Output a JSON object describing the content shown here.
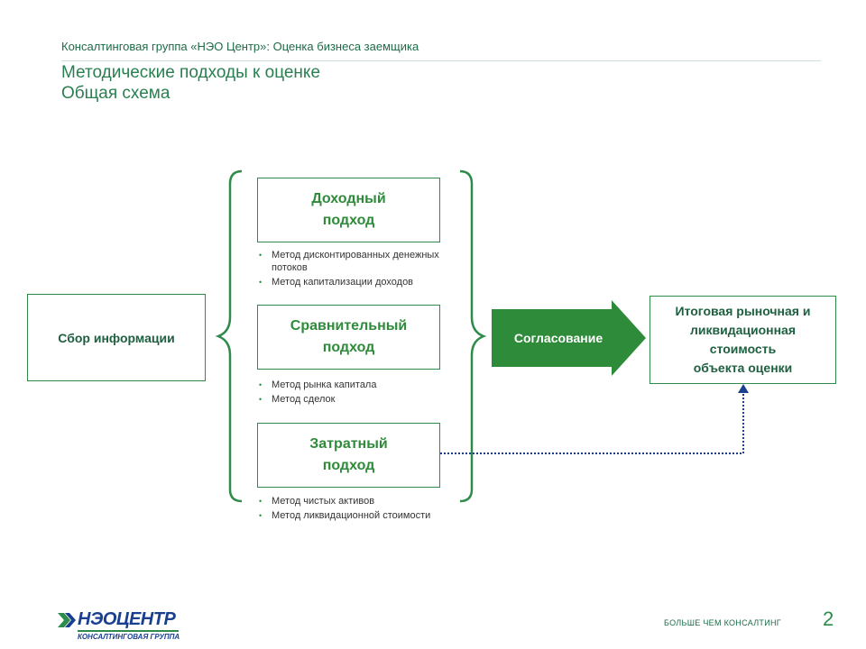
{
  "header": {
    "top_line": "Консалтинговая группа «НЭО Центр»: Оценка бизнеса заемщика",
    "title": "Методические подходы к оценке",
    "subtitle": "Общая схема"
  },
  "diagram": {
    "info_box": "Сбор информации",
    "approaches": [
      {
        "title_line1": "Доходный",
        "title_line2": "подход",
        "methods": [
          "Метод дисконтированных денежных потоков",
          "Метод капитализации доходов"
        ]
      },
      {
        "title_line1": "Сравнительный",
        "title_line2": "подход",
        "methods": [
          "Метод рынка капитала",
          "Метод сделок"
        ]
      },
      {
        "title_line1": "Затратный",
        "title_line2": "подход",
        "methods": [
          "Метод чистых активов",
          "Метод ликвидационной стоимости"
        ]
      }
    ],
    "agreement_label": "Согласование",
    "result": {
      "line1": "Итоговая рыночная и",
      "line2": "ликвидационная",
      "line3": "стоимость",
      "line4": "объекта оценки"
    }
  },
  "footer": {
    "logo_main": "НЭОЦЕНТР",
    "logo_sub": "КОНСАЛТИНГОВАЯ ГРУППА",
    "slogan": "БОЛЬШЕ ЧЕМ КОНСАЛТИНГ",
    "page_number": "2"
  },
  "colors": {
    "accent_green": "#2e8b4a",
    "agreement_fill": "#2e8b3a",
    "logo_blue": "#1a3f8f"
  }
}
